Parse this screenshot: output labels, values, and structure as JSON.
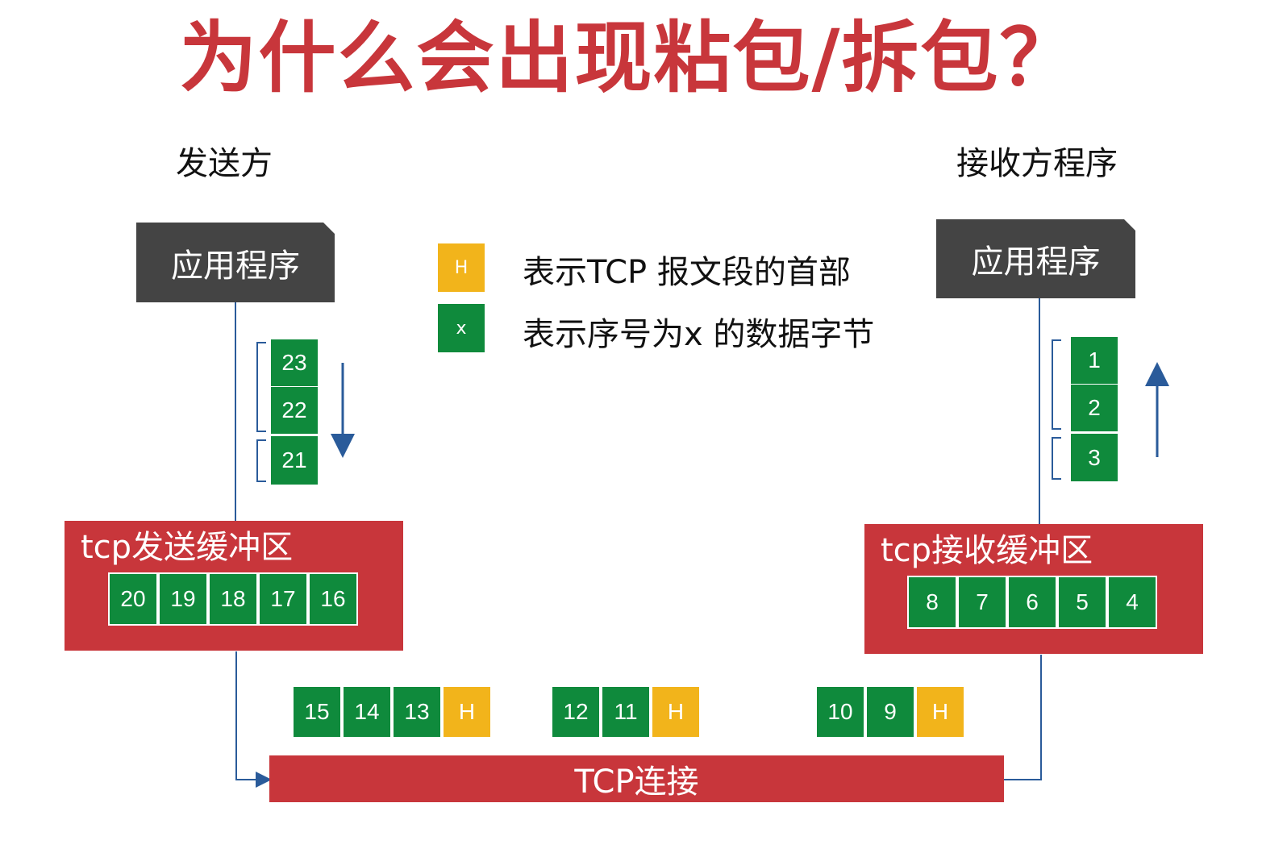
{
  "title": "为什么会出现粘包/拆包？",
  "sender": {
    "label": "发送方",
    "app": "应用程序",
    "pending": [
      "23",
      "22",
      "21"
    ],
    "buffer": {
      "label": "tcp发送缓冲区",
      "blocks": [
        "20",
        "19",
        "18",
        "17",
        "16"
      ]
    }
  },
  "receiver": {
    "label": "接收方程序",
    "app": "应用程序",
    "delivered": [
      "1",
      "2",
      "3"
    ],
    "buffer": {
      "label": "tcp接收缓冲区",
      "blocks": [
        "8",
        "7",
        "6",
        "5",
        "4"
      ]
    }
  },
  "legend": [
    {
      "symbol": "H",
      "text": "表示TCP 报文段的首部",
      "color": "#f2b41b"
    },
    {
      "symbol": "x",
      "text": "表示序号为x 的数据字节",
      "color": "#0f8a3c"
    }
  ],
  "segments": [
    {
      "data": [
        "15",
        "14",
        "13"
      ],
      "header": "H"
    },
    {
      "data": [
        "12",
        "11"
      ],
      "header": "H"
    },
    {
      "data": [
        "10",
        "9"
      ],
      "header": "H"
    }
  ],
  "connection": "TCP连接",
  "colors": {
    "red": "#c8363b",
    "green": "#0f8a3c",
    "yellow": "#f2b41b",
    "dark": "#444444",
    "line": "#2a5b9a"
  }
}
